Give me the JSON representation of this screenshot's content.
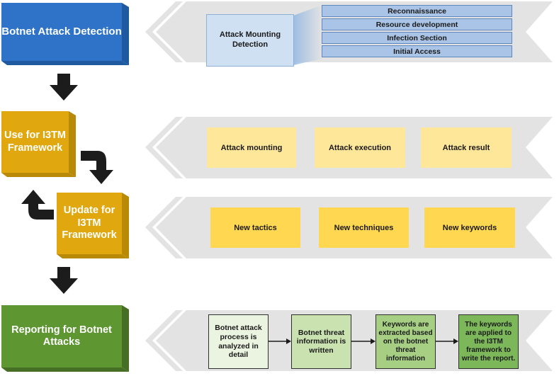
{
  "stages": [
    {
      "label": "Botnet Attack Detection",
      "color": "#2e73c8"
    },
    {
      "label": "Use for I3TM Framework",
      "color": "#e0a80e"
    },
    {
      "label": "Update for I3TM Framework",
      "color": "#e0a80e"
    },
    {
      "label": "Reporting for Botnet Attacks",
      "color": "#5e9632"
    }
  ],
  "detection": {
    "main": "Attack Mounting Detection",
    "items": [
      "Reconnaissance",
      "Resource development",
      "Infection Section",
      "Initial Access"
    ]
  },
  "use_items": [
    "Attack mounting",
    "Attack execution",
    "Attack result"
  ],
  "update_items": [
    "New tactics",
    "New techniques",
    "New keywords"
  ],
  "report_steps": [
    "Botnet attack process is analyzed in detail",
    "Botnet threat information is written",
    "Keywords are extracted based on the botnet threat information",
    "The keywords are applied to the I3TM framework to write the report."
  ]
}
